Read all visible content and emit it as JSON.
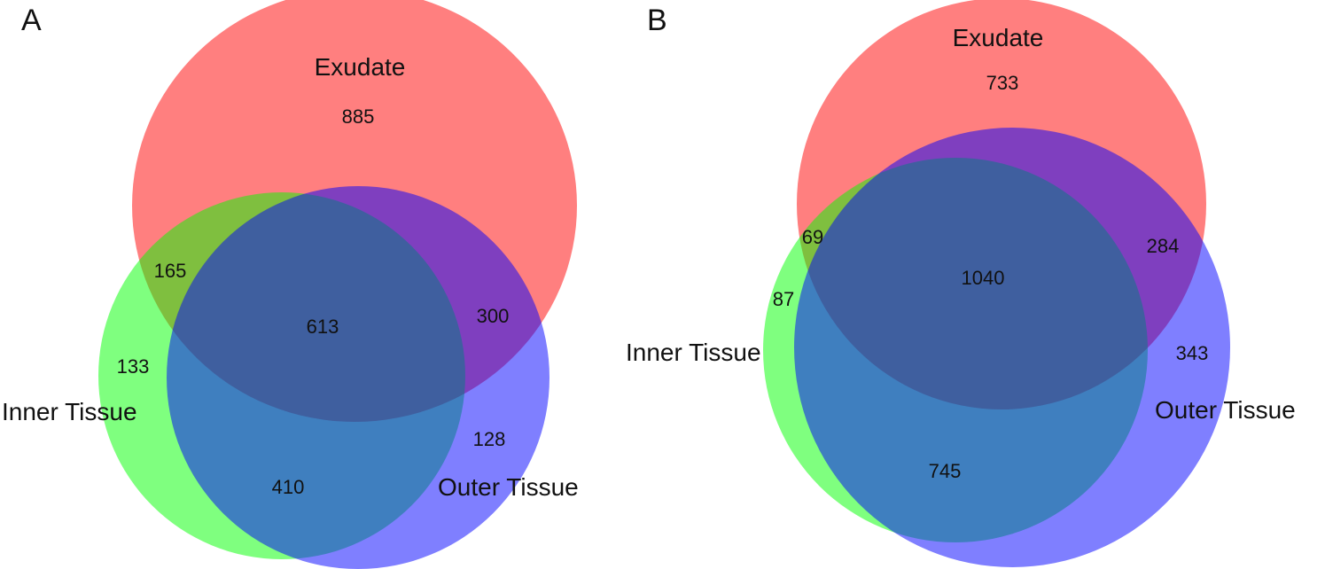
{
  "colors": {
    "exudate": "#ff0000",
    "inner_tissue": "#00ff00",
    "outer_tissue": "#0000ff",
    "text": "#111111",
    "background": "#ffffff"
  },
  "panels": [
    {
      "letter": "A",
      "sets": {
        "exudate": "Exudate",
        "inner_tissue": "Inner Tissue",
        "outer_tissue": "Outer Tissue"
      },
      "counts": {
        "exudate_only": "885",
        "exudate_inner": "165",
        "all_three": "613",
        "exudate_outer": "300",
        "inner_only": "133",
        "outer_only": "128",
        "inner_outer": "410"
      }
    },
    {
      "letter": "B",
      "sets": {
        "exudate": "Exudate",
        "inner_tissue": "Inner Tissue",
        "outer_tissue": "Outer Tissue"
      },
      "counts": {
        "exudate_only": "733",
        "exudate_inner": "69",
        "all_three": "1040",
        "exudate_outer": "284",
        "inner_only": "87",
        "outer_only": "343",
        "inner_outer": "745"
      }
    }
  ]
}
